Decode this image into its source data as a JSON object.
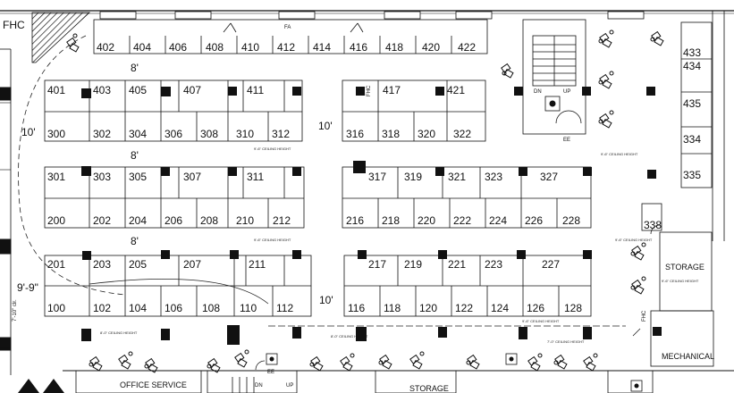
{
  "cubicle_rows": [
    {
      "id": "row-400",
      "numbers": [
        "402",
        "404",
        "406",
        "408",
        "410",
        "412",
        "414",
        "416",
        "418",
        "420",
        "422"
      ]
    },
    {
      "id": "row-300-upper-left",
      "numbers": [
        "401",
        "403",
        "405",
        "407",
        "411"
      ]
    },
    {
      "id": "row-300-upper-right",
      "numbers": [
        "417",
        "421"
      ]
    },
    {
      "id": "row-300-lower-left",
      "numbers": [
        "300",
        "302",
        "304",
        "306",
        "308",
        "310",
        "312"
      ]
    },
    {
      "id": "row-300-lower-right",
      "numbers": [
        "316",
        "318",
        "320",
        "322"
      ]
    },
    {
      "id": "row-200-upper-left",
      "numbers": [
        "301",
        "303",
        "305",
        "307",
        "311"
      ]
    },
    {
      "id": "row-200-upper-right",
      "numbers": [
        "317",
        "319",
        "321",
        "323",
        "327"
      ]
    },
    {
      "id": "row-200-lower-left",
      "numbers": [
        "200",
        "202",
        "204",
        "206",
        "208",
        "210",
        "212"
      ]
    },
    {
      "id": "row-200-lower-right",
      "numbers": [
        "216",
        "218",
        "220",
        "222",
        "224",
        "226",
        "228"
      ]
    },
    {
      "id": "row-100-upper-left",
      "numbers": [
        "201",
        "203",
        "205",
        "207",
        "211"
      ]
    },
    {
      "id": "row-100-upper-right",
      "numbers": [
        "217",
        "219",
        "221",
        "223",
        "227"
      ]
    },
    {
      "id": "row-100-lower-left",
      "numbers": [
        "100",
        "102",
        "104",
        "106",
        "108",
        "110",
        "112"
      ]
    },
    {
      "id": "row-100-lower-right",
      "numbers": [
        "116",
        "118",
        "120",
        "122",
        "124",
        "126",
        "128"
      ]
    },
    {
      "id": "right-column",
      "numbers": [
        "433",
        "434",
        "435",
        "334",
        "335",
        "338"
      ]
    }
  ],
  "labels": {
    "fhc_top_left": "FHC",
    "fhc_mid": "FHC",
    "fhc_right": "FHC",
    "fa": "FA",
    "stair_dn": "DN",
    "stair_up": "UP",
    "ee": "EE",
    "storage_right": "STORAGE",
    "storage_bottom": "STORAGE",
    "mechanical": "MECHANICAL",
    "office_service": "OFFICE SERVICE",
    "stair_bottom_dn": "DN",
    "stair_bottom_up": "UP",
    "ee_bottom": "EE"
  },
  "dimensions": {
    "row_400_depth": "8'",
    "row_300_aisle_left": "10'",
    "row_300_aisle_mid": "10'",
    "row_200_depth": "8'",
    "row_100_depth": "8'",
    "row_100_aisle_left": "9'-9\"",
    "row_100_aisle_mid": "10'",
    "side_small": "7'-10\" clr."
  },
  "ceiling_notes": {
    "note_a": "9'-6\" CEILING HEIGHT",
    "note_b": "9'-6\" CEILING HEIGHT",
    "note_c": "9'-6\" CEILING HEIGHT",
    "note_d": "9'-6\" CEILING HEIGHT",
    "note_e": "8'-0\" CEILING HEIGHT",
    "note_f": "8'-0\" CEILING HEIGHT",
    "note_g": "9'-6\" CEILING HEIGHT",
    "note_h": "7'-0\" CEILING HEIGHT",
    "note_i": "9'-6\" CEILING HEIGHT"
  },
  "symbols": {
    "column": "column-square-icon",
    "workstation_cluster": "chair-cluster-icon",
    "accessible": "wheelchair-icon",
    "stair": "stair-icon",
    "door": "door-swing-icon"
  }
}
